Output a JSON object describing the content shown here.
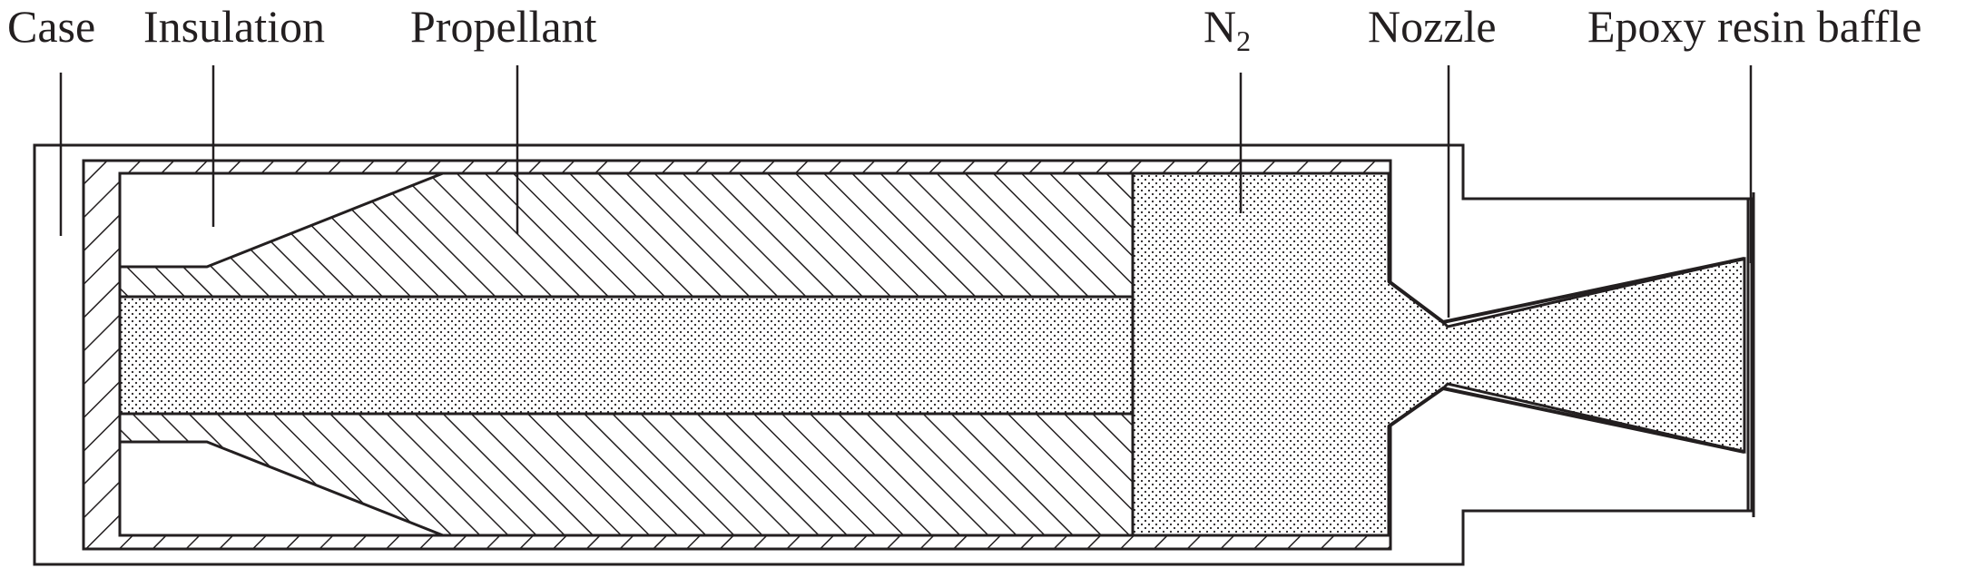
{
  "labels": {
    "case": "Case",
    "insulation": "Insulation",
    "propellant": "Propellant",
    "n2": "N",
    "n2_sub": "2",
    "nozzle": "Nozzle",
    "baffle": "Epoxy resin baffle"
  },
  "colors": {
    "ink": "#231f20",
    "background": "#ffffff"
  }
}
